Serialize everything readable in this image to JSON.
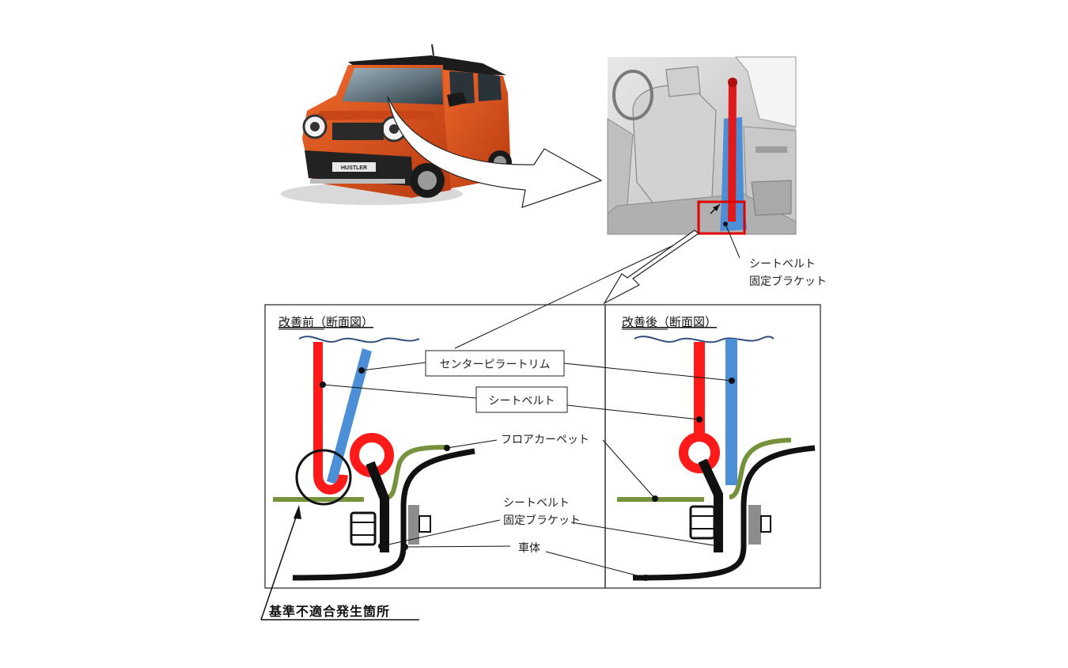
{
  "photo": {
    "brand_plate": "HUSTLER"
  },
  "interior": {
    "callout": [
      "シートベルト",
      "固定ブラケット"
    ]
  },
  "before_panel": {
    "title": "改善前（断面図）"
  },
  "after_panel": {
    "title": "改善後（断面図）"
  },
  "labels": {
    "center_pillar_trim": "センターピラートリム",
    "seat_belt": "シートベルト",
    "floor_carpet": "フロアカーペット",
    "bracket_line1": "シートベルト",
    "bracket_line2": "固定ブラケット",
    "body": "車体"
  },
  "defect_location": "基準不適合発生箇所",
  "colors": {
    "belt_red": "#ff1a1a",
    "trim_blue": "#4d8fd6",
    "carpet_green": "#76923c",
    "body_black": "#111111",
    "wave_navy": "#2f4e7a",
    "car_orange": "#e2501c",
    "bolt_gray": "#8c8c8c"
  }
}
